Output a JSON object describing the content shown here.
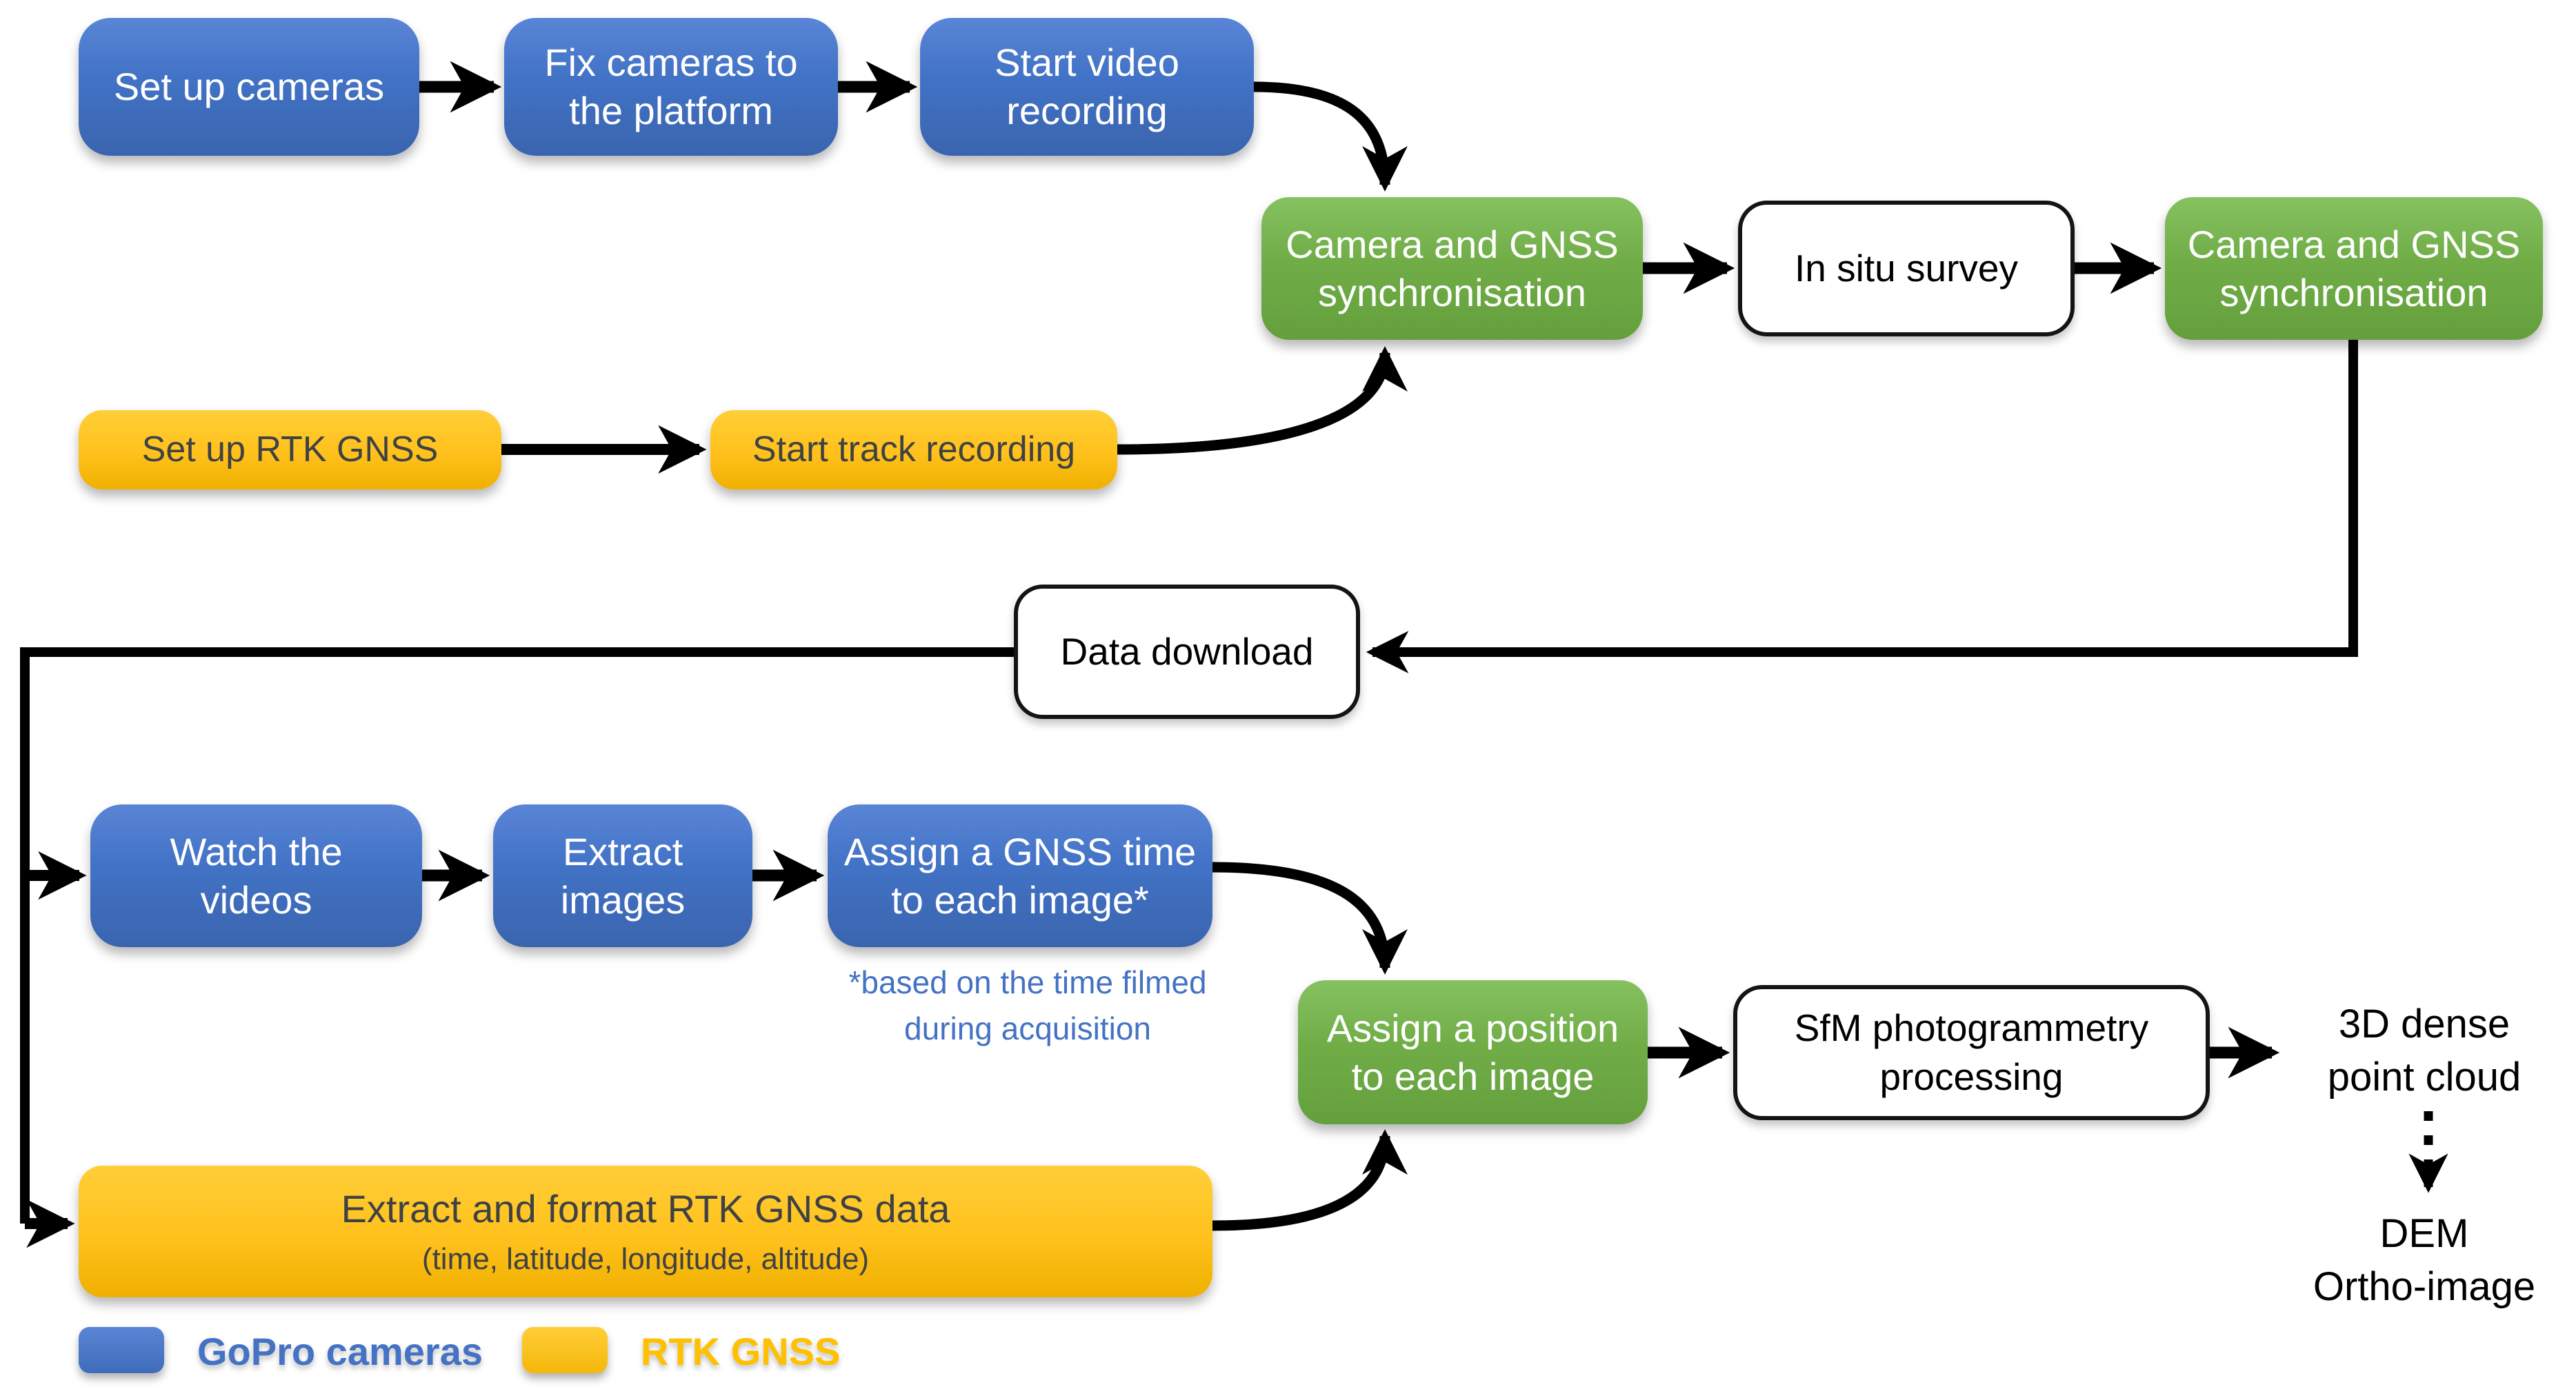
{
  "colors": {
    "gopro_blue": "#4472C4",
    "gnss_green": "#70AD47",
    "rtk_yellow": "#FFC000",
    "note_blue": "#4472C4"
  },
  "nodes": {
    "set_up_cameras": "Set up cameras",
    "fix_cameras": "Fix cameras to\nthe platform",
    "start_video": "Start video\nrecording",
    "cam_gnss_sync_1": "Camera and GNSS\nsynchronisation",
    "in_situ_survey": "In situ survey",
    "cam_gnss_sync_2": "Camera and GNSS\nsynchronisation",
    "set_up_rtk": "Set up RTK GNSS",
    "start_track": "Start track recording",
    "data_download": "Data download",
    "watch_videos": "Watch the\nvideos",
    "extract_images": "Extract\nimages",
    "assign_time": "Assign a GNSS time\nto each image*",
    "assign_position": "Assign a position\nto each image",
    "sfm_processing": "SfM photogrammetry\nprocessing",
    "extract_rtk_title": "Extract and format RTK GNSS data",
    "extract_rtk_subtitle": "(time, latitude, longitude, altitude)"
  },
  "annotations": {
    "time_note": "*based on the time filmed\nduring acquisition"
  },
  "outputs": {
    "point_cloud": "3D dense\npoint cloud",
    "dem_ortho": "DEM\nOrtho-image"
  },
  "legend": {
    "items": [
      {
        "label": "GoPro cameras",
        "color": "#4472C4"
      },
      {
        "label": "RTK GNSS",
        "color": "#FFC000"
      }
    ]
  }
}
